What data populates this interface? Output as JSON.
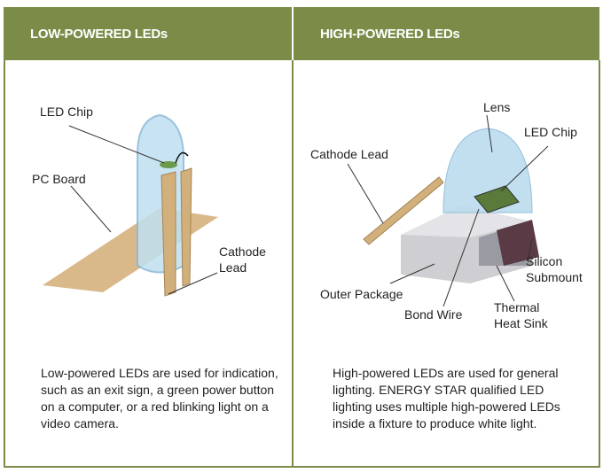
{
  "left": {
    "title": "LOW-POWERED LEDs",
    "labels": {
      "chip": "LED Chip",
      "board": "PC Board",
      "cathode": "Cathode Lead"
    },
    "description": "Low-powered LEDs are used for indication, such as an exit sign, a green power button on a computer, or a red blinking light on a video camera."
  },
  "right": {
    "title": "HIGH-POWERED LEDs",
    "labels": {
      "lens": "Lens",
      "chip": "LED Chip",
      "cathode": "Cathode Lead",
      "silicon": "Silicon Submount",
      "outer": "Outer Package",
      "bond": "Bond Wire",
      "heatsink": "Thermal Heat Sink"
    },
    "description": "High-powered LEDs are used for general lighting. ENERGY STAR qualified LED lighting uses multiple high-powered LEDs inside a fixture to produce white light."
  },
  "colors": {
    "header": "#7a8c48"
  }
}
